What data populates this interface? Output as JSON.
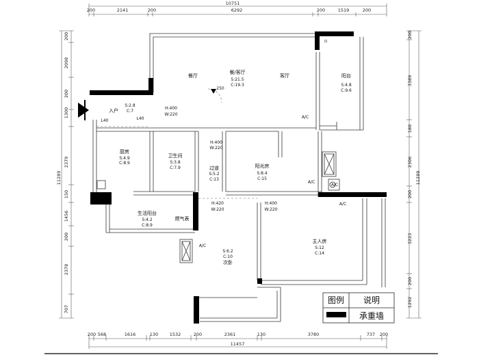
{
  "dimensions": {
    "top_total": "10751",
    "top": [
      "200",
      "2141",
      "200",
      "6292",
      "200",
      "1519",
      "200"
    ],
    "bottom_total": "11457",
    "bottom": [
      "200",
      "568",
      "1616",
      "130",
      "1532",
      "200",
      "2361",
      "130",
      "3780",
      "737",
      "200"
    ],
    "left_total": "11289",
    "left": [
      "200",
      "2098",
      "200",
      "1300",
      "2379",
      "150",
      "1456",
      "200",
      "2378",
      "707"
    ],
    "right_total": "11289",
    "right": [
      "200",
      "3389",
      "180",
      "2306",
      "200",
      "3223",
      "200",
      "1292"
    ]
  },
  "rooms": {
    "dining": "餐厅",
    "living_dining": {
      "name": "餐/客厅",
      "s": "S:21.5",
      "c": "C:19.3"
    },
    "living": "客厅",
    "balcony": {
      "name": "阳台",
      "s": "S:4.8",
      "c": "C:9.6"
    },
    "entrance": {
      "name": "入户",
      "s": "S:2.8",
      "c": "C:7"
    },
    "entrance_door": {
      "h": "H:400",
      "w": "W:220"
    },
    "kitchen": {
      "name": "厨房",
      "s": "S:4.9",
      "c": "C:8.9"
    },
    "bathroom": {
      "name": "卫生间",
      "s": "S:3.8",
      "c": "C:7.9"
    },
    "passage": {
      "name": "过道",
      "s": "S:5.2",
      "c": "C:13"
    },
    "passage_door": {
      "h": "H:400",
      "w": "W:220"
    },
    "sunroom": {
      "name": "阳光房",
      "s": "S:8.4",
      "c": "C:15"
    },
    "service_balcony": {
      "name": "生活阳台",
      "s": "S:4.2",
      "c": "C:8.9"
    },
    "gas_meter": "燃气表",
    "second_bedroom": {
      "name": "次卧",
      "s": "S:6.2",
      "c": "C:10"
    },
    "second_door": {
      "h": "H:420",
      "w": "W:220"
    },
    "master_bedroom": {
      "name": "主人房",
      "s": "S:12",
      "c": "C:14"
    },
    "master_door": {
      "h": "H:400",
      "w": "W:220"
    }
  },
  "annotations": {
    "ac1": "A/C",
    "ac2": "A/C",
    "ac3": "A/C",
    "ac4": "A/C",
    "ac5": "A/C",
    "l40a": "L40",
    "l40b": "L40",
    "marker": "250",
    "balcony_mark": "⊙"
  },
  "legend": {
    "col1": "图例",
    "col2": "说明",
    "load_wall": "承重墙"
  },
  "colors": {
    "wall": "#000000",
    "line": "#333333"
  }
}
